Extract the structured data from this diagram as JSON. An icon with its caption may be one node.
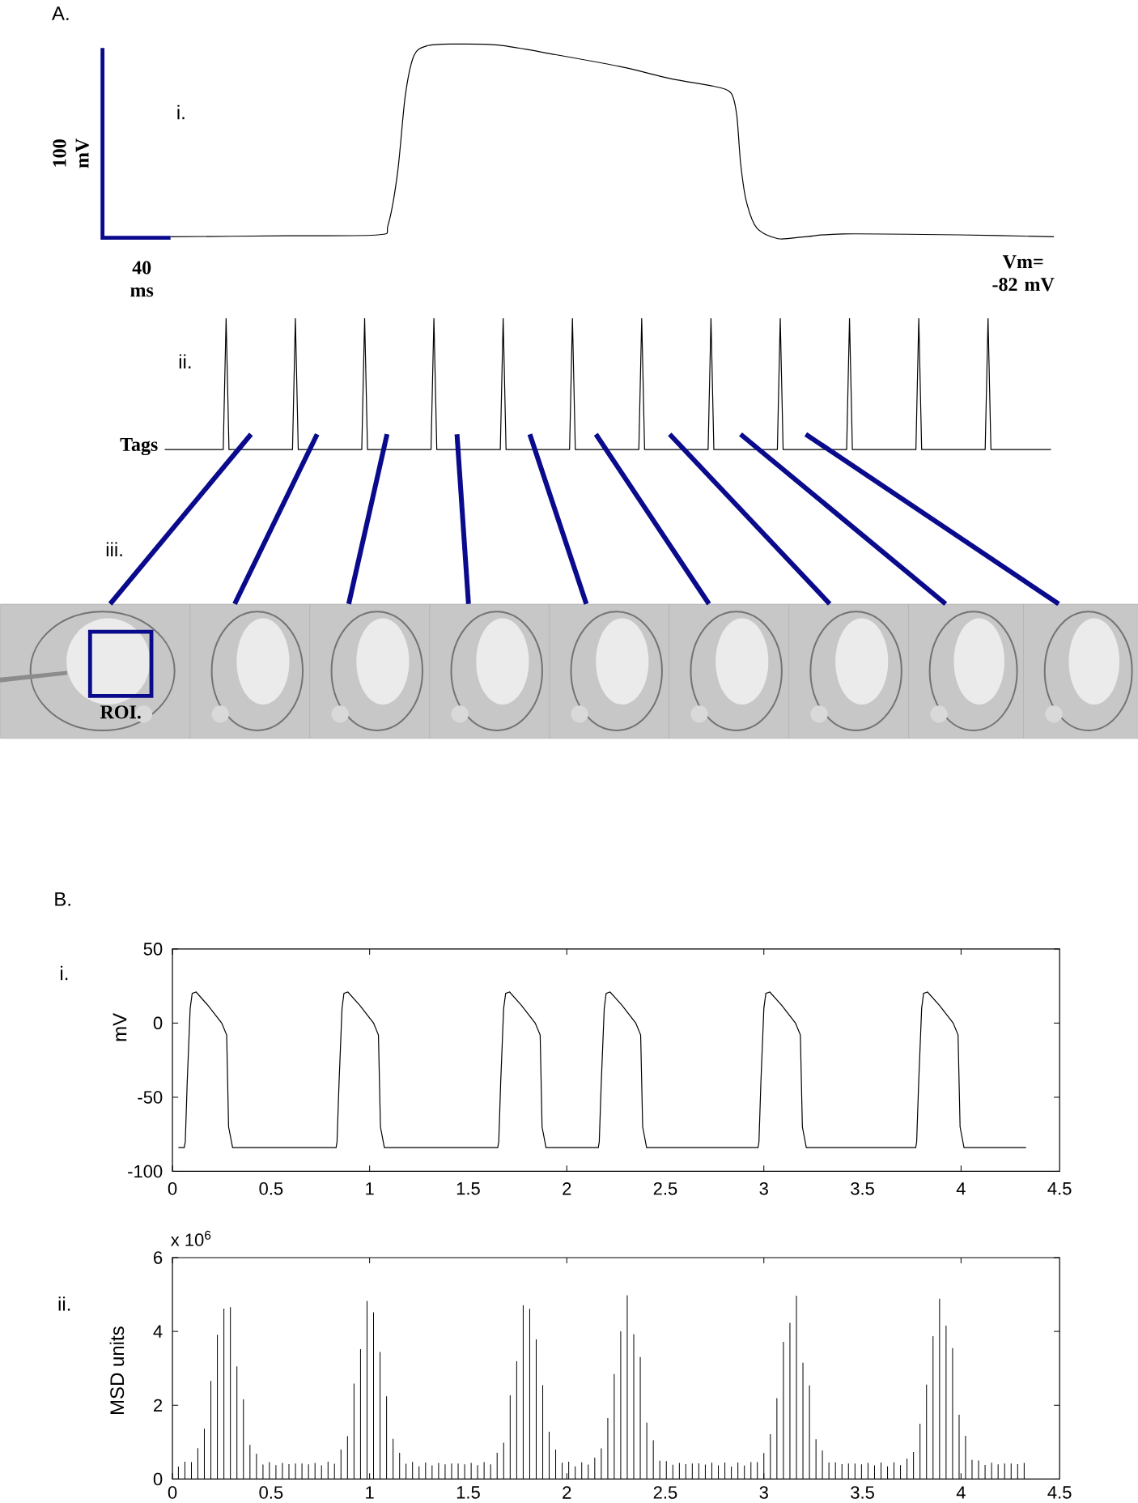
{
  "diagram": {
    "nodes": [
      {
        "text": [],
        "shape": "picture"
      },
      {
        "text": [],
        "shape": "picture"
      },
      {
        "text": [],
        "shape": "picture"
      },
      {
        "text": [],
        "shape": "picture"
      },
      {
        "text": [],
        "shape": "picture"
      },
      {
        "text": [],
        "shape": "picture"
      },
      {
        "text": [],
        "shape": "picture"
      },
      {
        "text": [],
        "shape": "picture"
      },
      {
        "text": [],
        "shape": "picture"
      },
      {
        "text": [],
        "shape": "box",
        "in": 0,
        "beside": [
          "ROI."
        ]
      }
    ],
    "edges": [
      {
        "from": null,
        "to": 0,
        "arrow": "none"
      },
      {
        "from": null,
        "to": 1,
        "arrow": "none"
      },
      {
        "from": null,
        "to": 2,
        "arrow": "none"
      },
      {
        "from": null,
        "to": 3,
        "arrow": "none"
      },
      {
        "from": null,
        "to": 4,
        "arrow": "none"
      },
      {
        "from": null,
        "to": 5,
        "arrow": "none"
      },
      {
        "from": null,
        "to": 6,
        "arrow": "none"
      },
      {
        "from": null,
        "to": 7,
        "arrow": "none"
      },
      {
        "from": null,
        "to": 8,
        "arrow": "none"
      }
    ],
    "labels": [
      "A.",
      "i.",
      "100 mV",
      "40 ms",
      "Vm= -82 mV",
      "ii.",
      "Tags",
      "iii.",
      "B.",
      "i.",
      "50",
      "0",
      "-50",
      "-100",
      "mV",
      "0",
      "0.5",
      "1",
      "1.5",
      "2",
      "2.5",
      "3",
      "3.5",
      "4",
      "4.5",
      "x 10$^{6}$",
      "6",
      "4",
      "2",
      "0",
      "ii.",
      "MSD units",
      "0",
      "0.5",
      "1",
      "1.5",
      "2",
      "2.5",
      "3",
      "3.5",
      "4",
      "4.5"
    ]
  }
}
